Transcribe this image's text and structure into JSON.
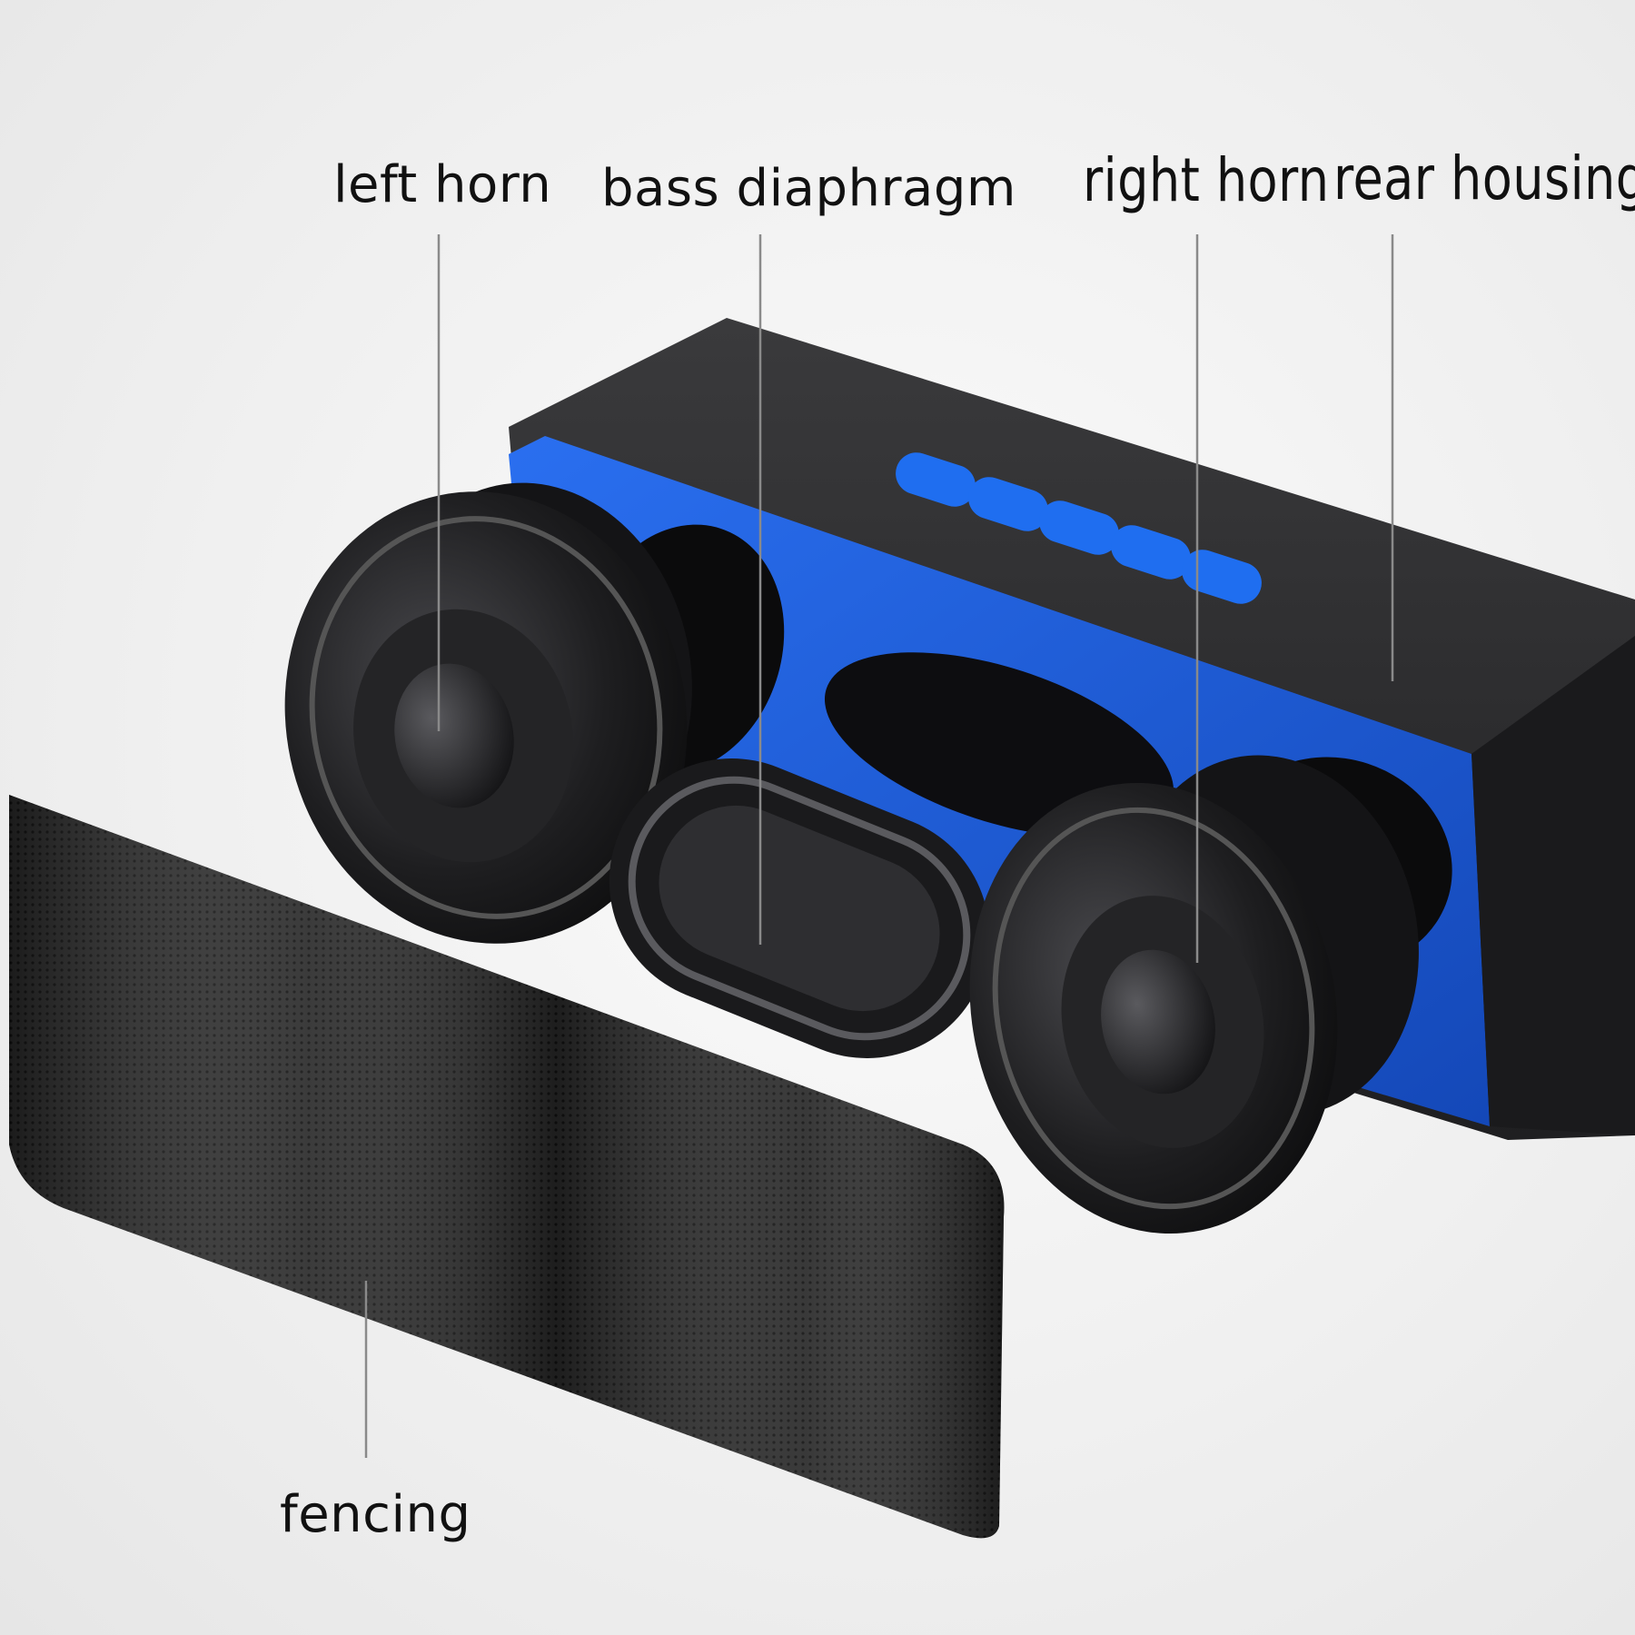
{
  "labels": {
    "left_horn": "left horn",
    "bass_diaphragm": "bass diaphragm",
    "right_horn": "right horn",
    "rear_housing": "rear housing",
    "fencing": "fencing"
  },
  "colors": {
    "housing": "#2b2b2d",
    "accent_blue": "#1e5fd8",
    "driver": "#1b1b1d",
    "grille": "#262626",
    "leader_line": "#8a8a8a"
  },
  "icons": [
    "previous-icon",
    "next-icon",
    "play-pause-icon",
    "mode-icon",
    "phone-icon"
  ]
}
